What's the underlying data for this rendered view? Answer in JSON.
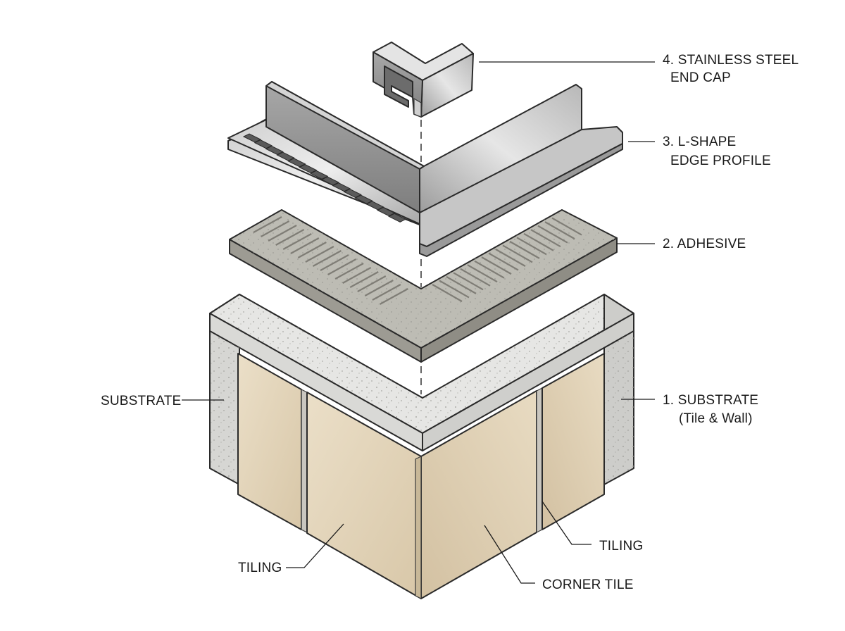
{
  "labels": {
    "end_cap_line1": "4. STAINLESS STEEL",
    "end_cap_line2": "END CAP",
    "profile_line1": "3. L-SHAPE",
    "profile_line2": "EDGE PROFILE",
    "adhesive": "2. ADHESIVE",
    "substrate_left": "SUBSTRATE",
    "substrate_right_line1": "1. SUBSTRATE",
    "substrate_right_line2": "(Tile & Wall)",
    "tiling_right": "TILING",
    "tiling_left": "TILING",
    "corner_tile": "CORNER TILE"
  },
  "colors": {
    "steel_light": "#d9d9d9",
    "steel_mid": "#b4b4b4",
    "steel_dark": "#8c8c8c",
    "adhesive": "#b9b8b0",
    "adhesive_dark": "#8f8d85",
    "concrete_top": "#e4e4e2",
    "concrete_side": "#cfcfcc",
    "tile": "#e3d5bd",
    "tile_shade": "#d2c2a6",
    "line": "#1a1a1a"
  }
}
